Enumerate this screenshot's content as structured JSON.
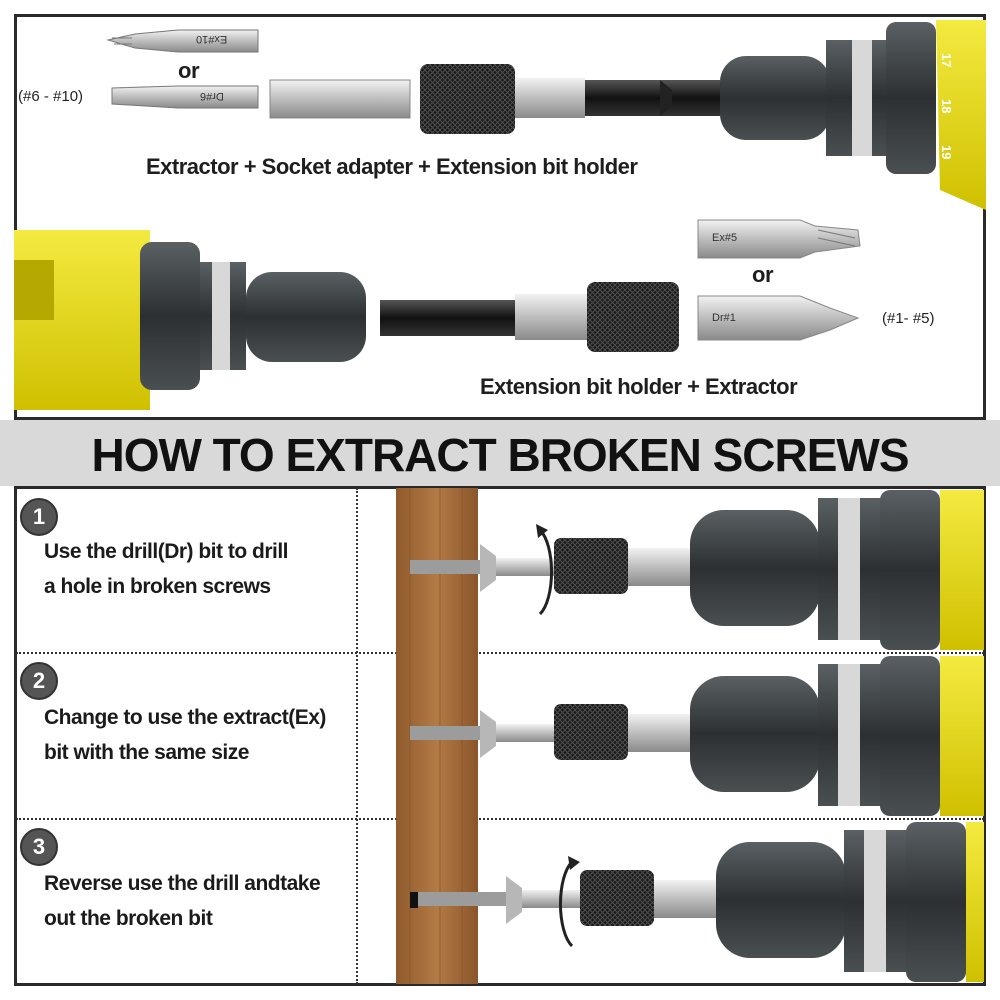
{
  "top": {
    "bit_ex10": "Ex#10",
    "bit_dr6": "Dr#6",
    "or1": "or",
    "range1": "(#6 - #10)",
    "caption1": "Extractor + Socket adapter + Extension bit holder",
    "bit_ex5": "Ex#5",
    "bit_dr1": "Dr#1",
    "or2": "or",
    "range2": "(#1- #5)",
    "caption2": "Extension bit holder + Extractor",
    "dial": [
      "17",
      "18",
      "19"
    ]
  },
  "title": "HOW TO EXTRACT BROKEN SCREWS",
  "steps": [
    {
      "num": "1",
      "line1": "Use the drill(Dr) bit to drill",
      "line2": "a hole in broken screws"
    },
    {
      "num": "2",
      "line1": "Change to use the extract(Ex)",
      "line2": "bit with the same size"
    },
    {
      "num": "3",
      "line1": "Reverse use the drill andtake",
      "line2": "out the broken bit"
    }
  ],
  "colors": {
    "yellow": "#e8d800",
    "wood": "#a8703c",
    "chuck": "#3c4143",
    "bit": "#c8c8c8"
  }
}
